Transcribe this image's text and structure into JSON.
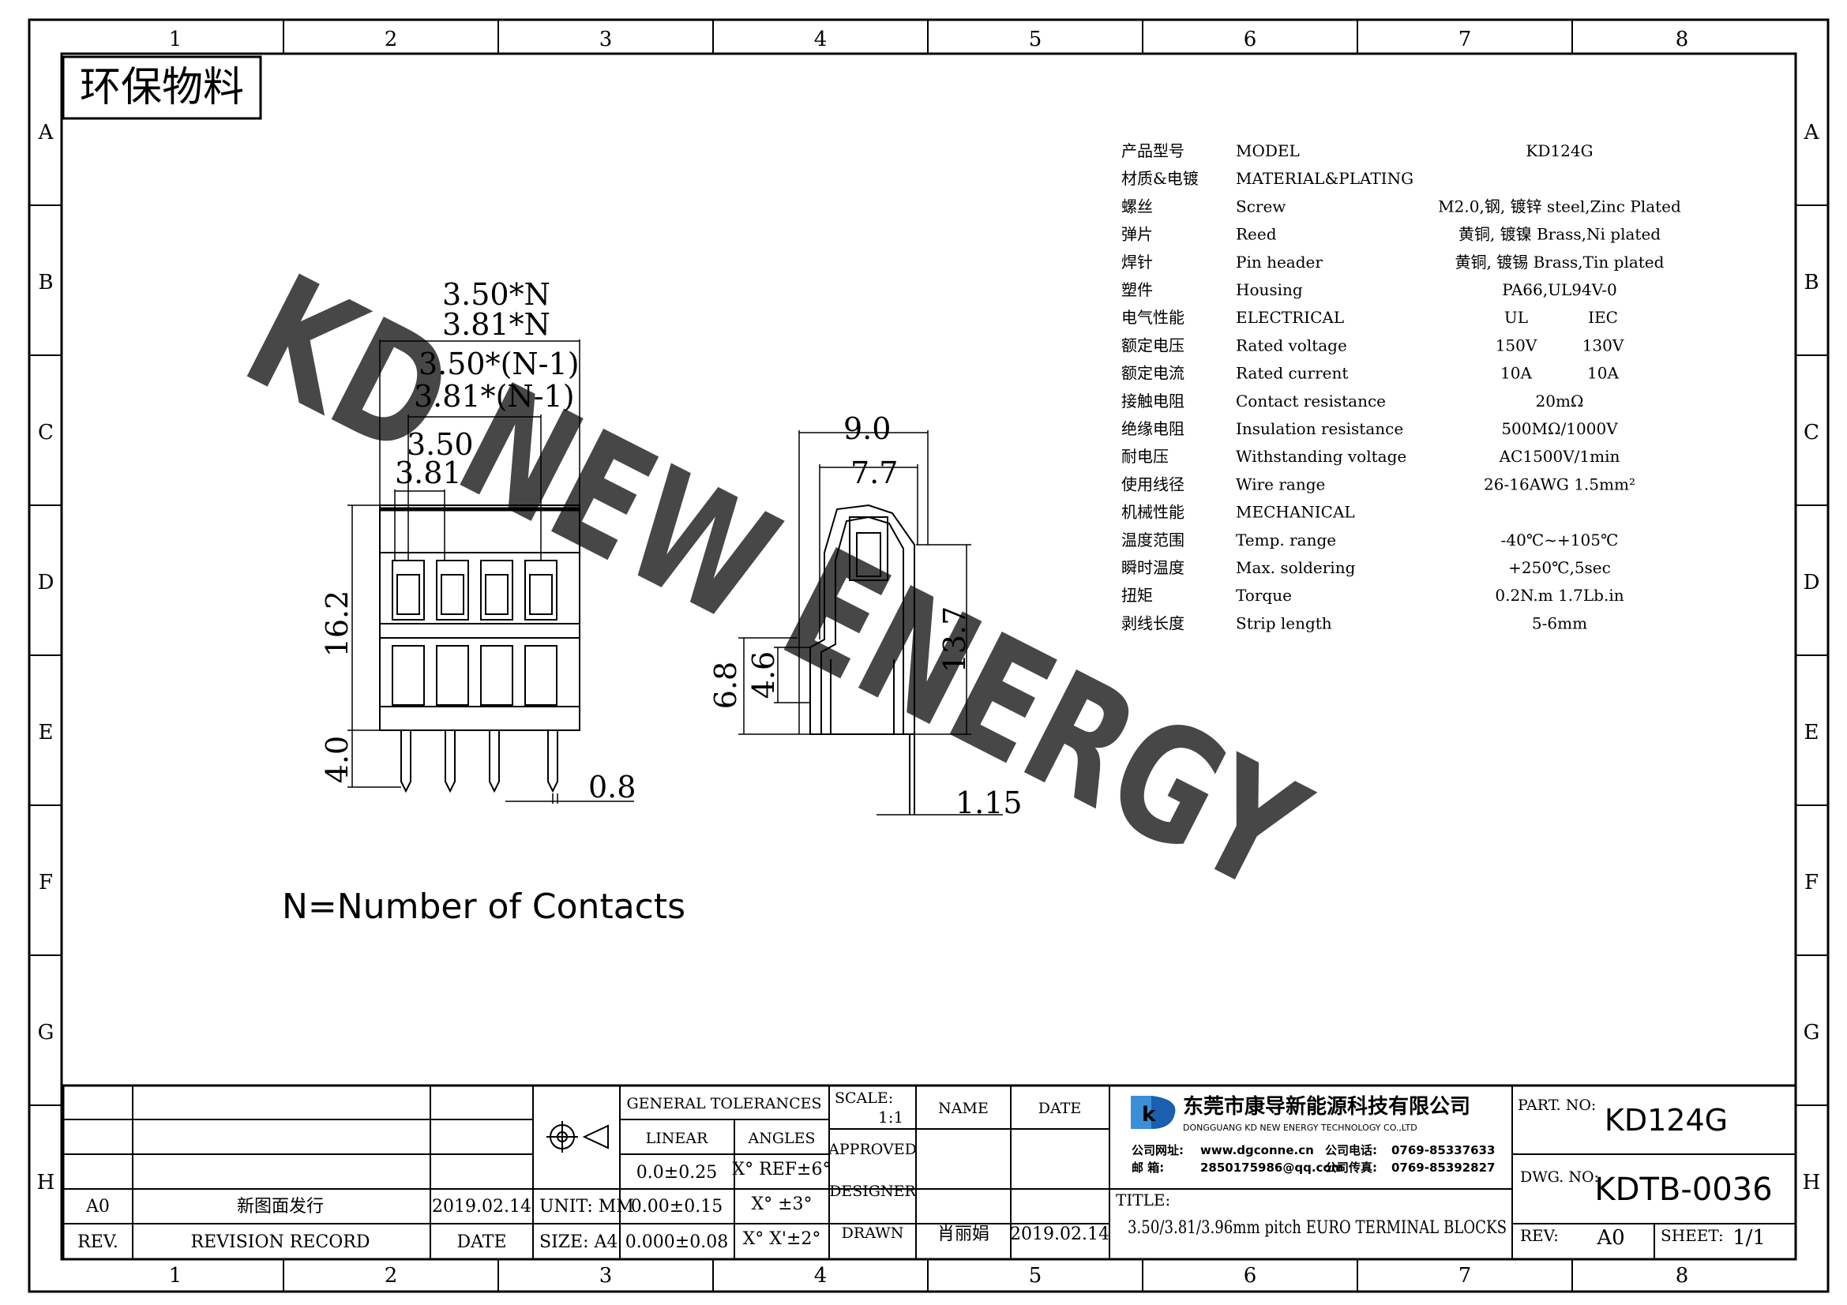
{
  "frame": {
    "columns": [
      "1",
      "2",
      "3",
      "4",
      "5",
      "6",
      "7",
      "8"
    ],
    "rows": [
      "A",
      "B",
      "C",
      "D",
      "E",
      "F",
      "G",
      "H"
    ]
  },
  "eco_stamp": "环保物料",
  "watermark": "KD NEW ENERGY",
  "front_view": {
    "dims": {
      "p1": "3.50*N",
      "p2": "3.81*N",
      "p3": "3.50*(N-1)",
      "p4": "3.81*(N-1)",
      "p5": "3.50",
      "p6": "3.81",
      "height": "16.2",
      "pin_len": "4.0",
      "pin_w": "0.8"
    },
    "note": "N=Number of Contacts"
  },
  "side_view": {
    "dims": {
      "w1": "9.0",
      "w2": "7.7",
      "h1": "13.7",
      "h2": "6.8",
      "h3": "4.6",
      "pin": "1.15"
    }
  },
  "specs": [
    {
      "cn": "产品型号",
      "en": "MODEL",
      "v1": "KD124G",
      "v2": ""
    },
    {
      "cn": "材质&电镀",
      "en": "MATERIAL&PLATING",
      "v1": "",
      "v2": ""
    },
    {
      "cn": "螺丝",
      "en": "Screw",
      "v1": "M2.0,钢, 镀锌 steel,Zinc Plated",
      "v2": ""
    },
    {
      "cn": "弹片",
      "en": "Reed",
      "v1": "黄铜, 镀镍 Brass,Ni plated",
      "v2": ""
    },
    {
      "cn": "焊针",
      "en": "Pin header",
      "v1": "黄铜, 镀锡 Brass,Tin plated",
      "v2": ""
    },
    {
      "cn": "塑件",
      "en": "Housing",
      "v1": "PA66,UL94V-0",
      "v2": ""
    },
    {
      "cn": "电气性能",
      "en": "ELECTRICAL",
      "v1": "UL",
      "v2": "IEC"
    },
    {
      "cn": "额定电压",
      "en": "Rated voltage",
      "v1": "150V",
      "v2": "130V"
    },
    {
      "cn": "额定电流",
      "en": "Rated current",
      "v1": "10A",
      "v2": "10A"
    },
    {
      "cn": "接触电阻",
      "en": "Contact resistance",
      "v1": "20mΩ",
      "v2": ""
    },
    {
      "cn": "绝缘电阻",
      "en": "Insulation resistance",
      "v1": "500MΩ/1000V",
      "v2": ""
    },
    {
      "cn": "耐电压",
      "en": "Withstanding voltage",
      "v1": "AC1500V/1min",
      "v2": ""
    },
    {
      "cn": "使用线径",
      "en": "Wire range",
      "v1": "26-16AWG 1.5mm²",
      "v2": ""
    },
    {
      "cn": "机械性能",
      "en": "MECHANICAL",
      "v1": "",
      "v2": ""
    },
    {
      "cn": "温度范围",
      "en": "Temp. range",
      "v1": "-40℃~+105℃",
      "v2": ""
    },
    {
      "cn": "瞬时温度",
      "en": "Max. soldering",
      "v1": "+250℃,5sec",
      "v2": ""
    },
    {
      "cn": "扭矩",
      "en": "Torque",
      "v1": "0.2N.m 1.7Lb.in",
      "v2": ""
    },
    {
      "cn": "剥线长度",
      "en": "Strip length",
      "v1": "5-6mm",
      "v2": ""
    }
  ],
  "title_block": {
    "rev_row": {
      "rev": "A0",
      "record": "新图面发行",
      "date": "2019.02.14"
    },
    "rev_header": {
      "rev": "REV.",
      "record": "REVISION RECORD",
      "date": "DATE"
    },
    "unit": "UNIT: MM",
    "size": "SIZE: A4",
    "tolerances": {
      "header": "GENERAL TOLERANCES",
      "linear": "LINEAR",
      "angles": "ANGLES",
      "rows": [
        {
          "lin": "0.0±0.25",
          "ang": "X° REF±6°"
        },
        {
          "lin": "0.00±0.15",
          "ang": "X° ±3°"
        },
        {
          "lin": "0.000±0.08",
          "ang": "X° X'±2°"
        }
      ]
    },
    "scale_label": "SCALE:",
    "scale_value": "1:1",
    "name_label": "NAME",
    "date_label": "DATE",
    "approved": "APPROVED",
    "designer": "DESIGNER",
    "drawn": "DRAWN",
    "drawn_name": "肖丽娟",
    "drawn_date": "2019.02.14",
    "company_cn": "东莞市康导新能源科技有限公司",
    "company_en": "DONGGUANG KD NEW ENERGY TECHNOLOGY CO.,LTD",
    "web_label": "公司网址:",
    "web": "www.dgconne.cn",
    "tel_label": "公司电话:",
    "tel": "0769-85337633",
    "mail_label": "邮    箱:",
    "mail": "2850175986@qq.com",
    "fax_label": "公司传真:",
    "fax": "0769-85392827",
    "title_label": "TITLE:",
    "title": "3.50/3.81/3.96mm pitch EURO TERMINAL BLOCKS",
    "part_label": "PART. NO:",
    "part_no": "KD124G",
    "dwg_label": "DWG. NO:",
    "dwg_no": "KDTB-0036",
    "rev_label": "REV:",
    "rev_value": "A0",
    "sheet_label": "SHEET:",
    "sheet_value": "1/1"
  }
}
